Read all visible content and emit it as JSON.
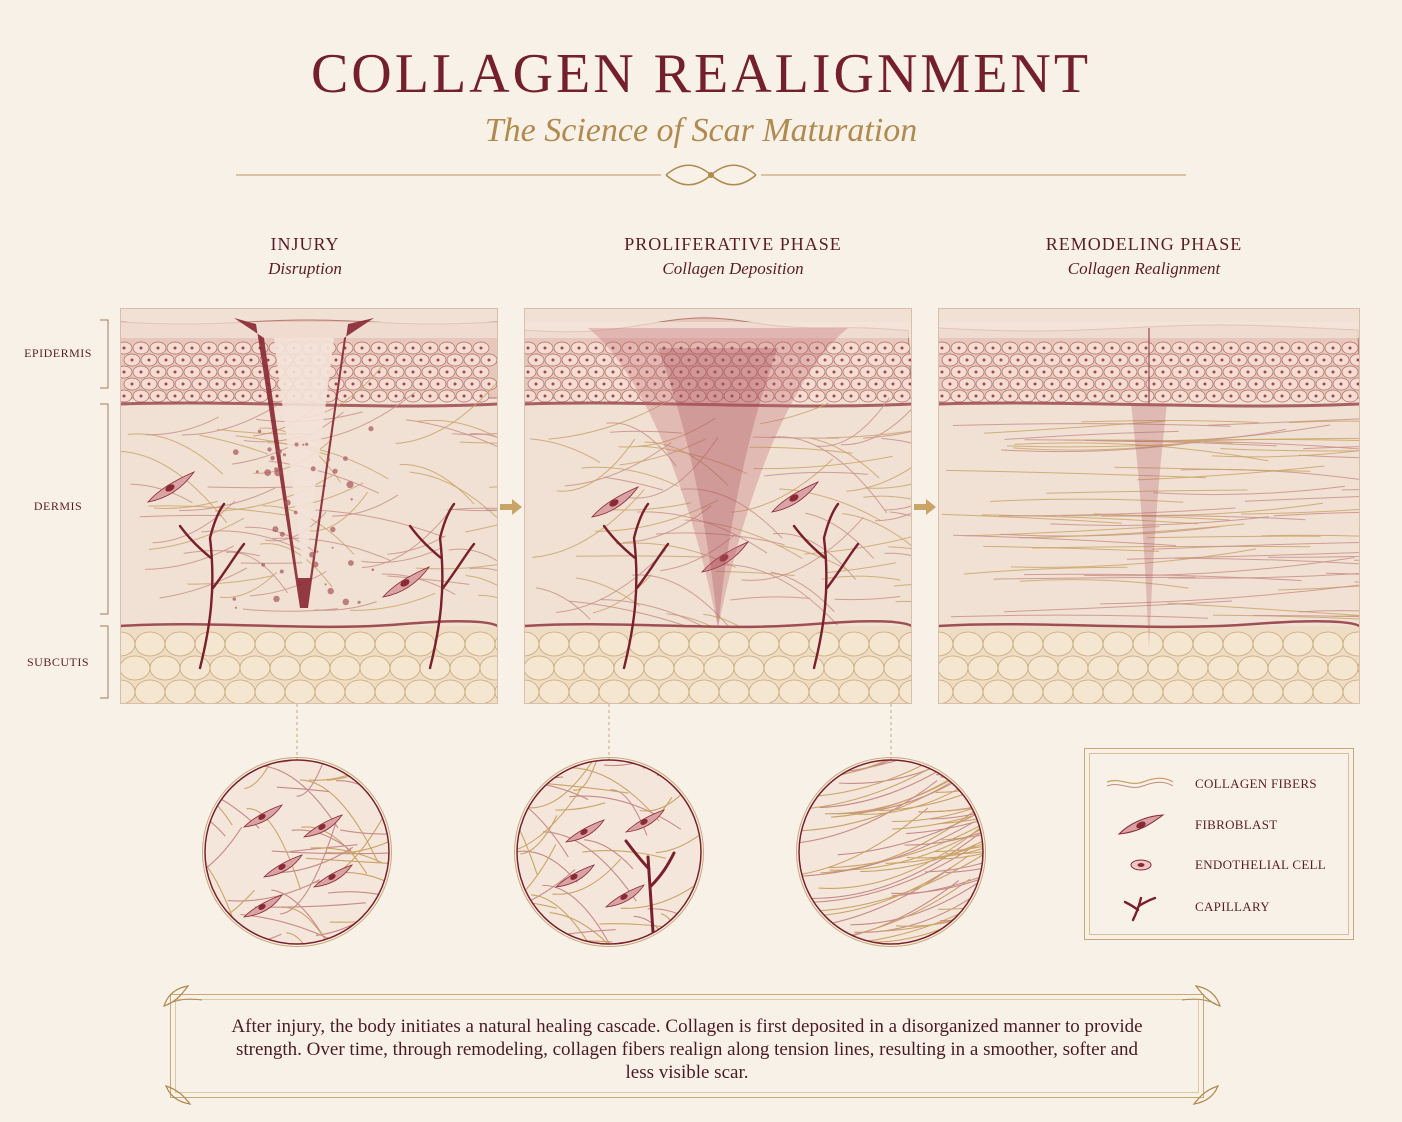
{
  "header": {
    "title": "COLLAGEN REALIGNMENT",
    "subtitle": "The Science of Scar Maturation"
  },
  "panels": [
    {
      "heading": "INJURY",
      "subheading": "Disruption"
    },
    {
      "heading": "PROLIFERATIVE PHASE",
      "subheading": "Collagen Deposition"
    },
    {
      "heading": "REMODELING PHASE",
      "subheading": "Collagen Realignment"
    }
  ],
  "layers": [
    "EPIDERMIS",
    "DERMIS",
    "SUBCUTIS"
  ],
  "legend": {
    "items": [
      {
        "label": "COLLAGEN FIBERS",
        "icon": "collagen-fiber-icon"
      },
      {
        "label": "FIBROBLAST",
        "icon": "fibroblast-icon"
      },
      {
        "label": "ENDOTHELIAL CELL",
        "icon": "endothelial-cell-icon"
      },
      {
        "label": "CAPILLARY",
        "icon": "capillary-icon"
      }
    ]
  },
  "footer": {
    "text": "After injury, the body initiates a natural healing cascade. Collagen is first deposited in a disorganized manner to provide strength. Over time, through remodeling, collagen fibers realign along tension lines, resulting in a smoother, softer and less visible scar."
  },
  "colors": {
    "background": "#f8f1e8",
    "title": "#741f2c",
    "gold": "#b08a4e",
    "tissue": "#ecd2c8",
    "wound": "#8a2a35",
    "fiber": "#c9a466",
    "fat": "#f4e6d0"
  }
}
